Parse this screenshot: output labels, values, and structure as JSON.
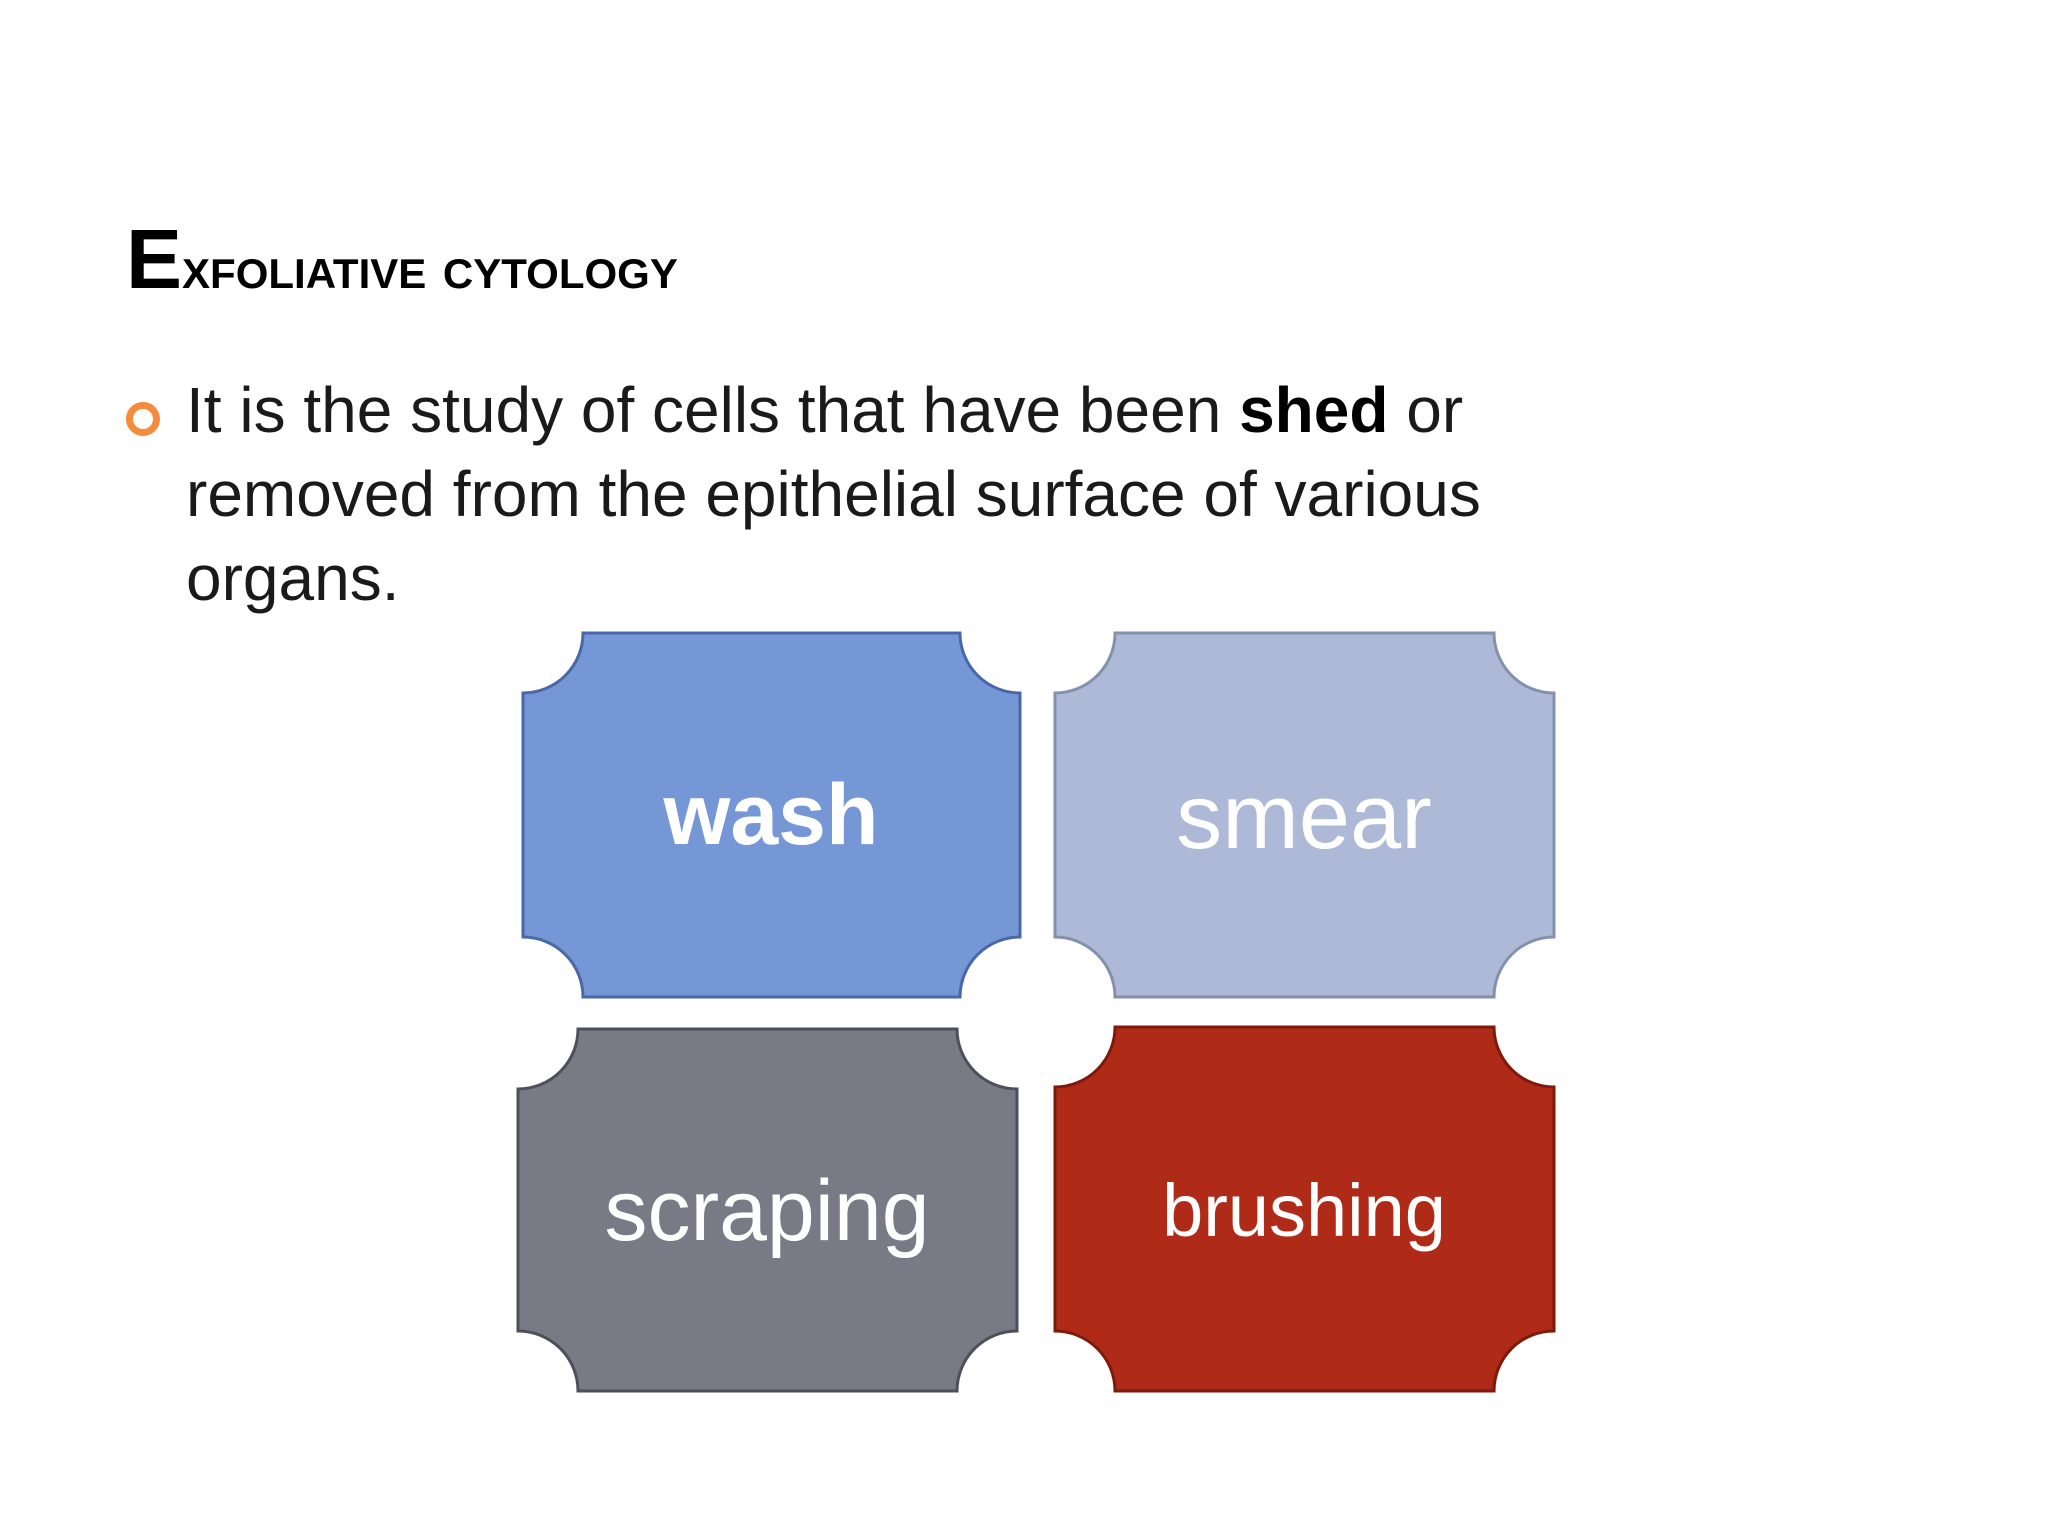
{
  "slide": {
    "title_initial": "E",
    "title_rest": "xfoliative cytology",
    "bullet": {
      "text_before": "It is the study of cells that have been ",
      "bold_word": "shed",
      "text_after": " or removed from the epithelial surface of various organs."
    }
  },
  "tiles": [
    {
      "label": "wash",
      "fill": "#7597d6",
      "stroke": "#4a67a8",
      "bold": true
    },
    {
      "label": "smear",
      "fill": "#adb9d6",
      "stroke": "#8491ad",
      "bold": false
    },
    {
      "label": "scraping",
      "fill": "#797a86",
      "stroke": "#4e4f5a",
      "bold": false
    },
    {
      "label": "brushing",
      "fill": "#b02a18",
      "stroke": "#7e1a0c",
      "bold": false
    }
  ],
  "colors": {
    "bullet_accent": "#f58b3d"
  }
}
